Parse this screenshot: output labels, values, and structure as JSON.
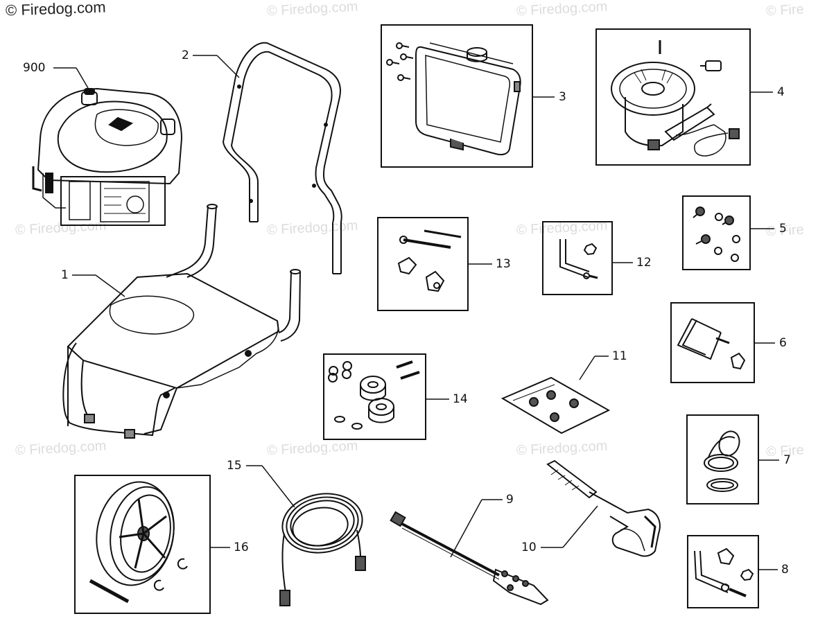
{
  "copyright": "© Firedog.com",
  "watermark": "© Firedog.com",
  "watermark_clip": "© Fire",
  "callouts": {
    "engine": "900",
    "frame": "1",
    "handle": "2",
    "tank": "3",
    "pump": "4",
    "hardware_5": "5",
    "bracket_6": "6",
    "cap_7": "7",
    "pin_8": "8",
    "lance": "9",
    "gun": "10",
    "nozzles": "11",
    "pin_12": "12",
    "bolts_13": "13",
    "bearings_14": "14",
    "hose": "15",
    "wheel": "16"
  }
}
